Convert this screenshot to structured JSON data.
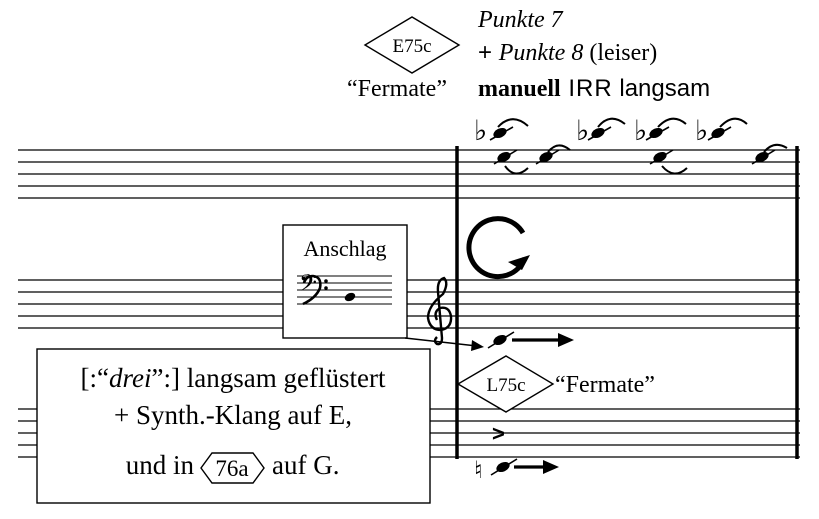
{
  "top_marker": {
    "label": "E75c",
    "caption": "“Fermate”"
  },
  "top_text": {
    "line1": "Punkte 7",
    "line2_prefix": "+ ",
    "line2_italic": "Punkte 8",
    "line2_suffix": " (leiser)",
    "line3_bold": "manuell",
    "line3_mid": " IRR",
    "line3_rest": " langsam"
  },
  "anschlag_box": {
    "title": "Anschlag"
  },
  "instruction_box": {
    "line1_open": "[:“",
    "line1_italic": "drei",
    "line1_close": "”:]",
    "line1_rest": " langsam geflüstert",
    "line2": "+ Synth.-Klang auf E,",
    "line3_prefix": "und in",
    "line3_marker": "76a",
    "line3_suffix": "auf G."
  },
  "bottom_marker": {
    "label": "L75c",
    "caption": "“Fermate”"
  },
  "accent": ">",
  "symbols": {
    "flats": "flat-sign",
    "natural": "natural-sign",
    "bass_clef": "bass-clef",
    "treble_clef": "treble-clef",
    "rotate": "rotate-arrow-icon"
  }
}
